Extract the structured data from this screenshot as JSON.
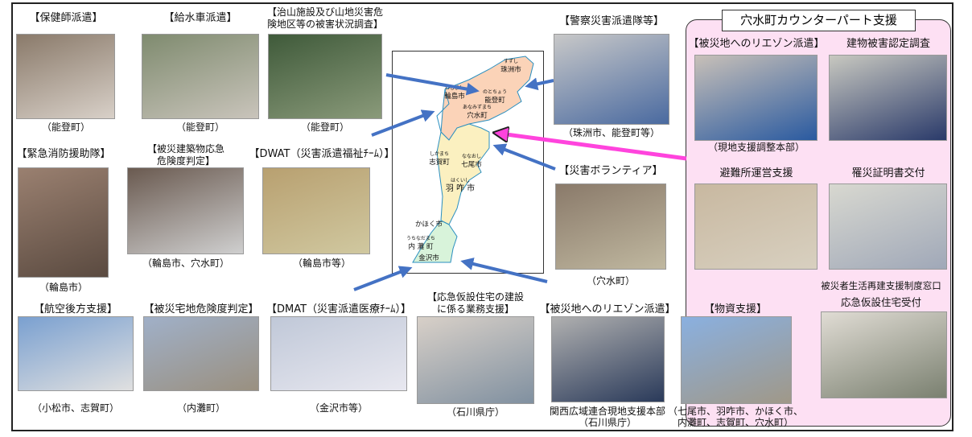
{
  "counterpart": {
    "header": "穴水町カウンターパート支援",
    "extra_title_1": "被災者生活再建支援制度窓口",
    "extra_title_2": "応急仮設住宅受付"
  },
  "panels": [
    {
      "id": "hokenshi",
      "title": [
        "【保健師派遣】"
      ],
      "caption": [
        "（能登町）"
      ],
      "photo": "nurse-visit-photo"
    },
    {
      "id": "kyusui",
      "title": [
        "【給水車派遣】"
      ],
      "caption": [
        "（能登町）"
      ],
      "photo": "water-truck-photo"
    },
    {
      "id": "chisan",
      "title": [
        "【治山施設及び山地災害危",
        "険地区等の被害状況調査】"
      ],
      "caption": [
        "（能登町）"
      ],
      "photo": "forest-survey-photo"
    },
    {
      "id": "keisatsu",
      "title": [
        "【警察災害派遣隊等】"
      ],
      "caption": [
        "（珠洲市、能登町等）"
      ],
      "photo": "police-photo"
    },
    {
      "id": "shobo",
      "title": [
        "【緊急消防援助隊】"
      ],
      "caption": [
        "（輪島市）"
      ],
      "photo": "fire-rescue-photo"
    },
    {
      "id": "kenchiku",
      "title": [
        "【被災建築物応急",
        "危険度判定】"
      ],
      "caption": [
        "（輪島市、穴水町）"
      ],
      "photo": "building-inspection-photo"
    },
    {
      "id": "dwat",
      "title": [
        "【DWAT（災害派遣福祉ﾁｰﾑ）】"
      ],
      "caption": [
        "（輪島市等）"
      ],
      "photo": "dwat-photo"
    },
    {
      "id": "volunteer",
      "title": [
        "【災害ボランティア】"
      ],
      "caption": [
        "（穴水町）"
      ],
      "photo": "volunteer-photo"
    },
    {
      "id": "koku",
      "title": [
        "【航空後方支援】"
      ],
      "caption": [
        "（小松市、志賀町）"
      ],
      "photo": "helicopter-photo"
    },
    {
      "id": "takuchi",
      "title": [
        "【被災宅地危険度判定】"
      ],
      "caption": [
        "（内灘町）"
      ],
      "photo": "residential-land-photo"
    },
    {
      "id": "dmat",
      "title": [
        "【DMAT（災害派遣医療ﾁｰﾑ）】"
      ],
      "caption": [
        "（金沢市等）"
      ],
      "photo": "dmat-photo"
    },
    {
      "id": "kasetsu",
      "title": [
        "【応急仮設住宅の建設",
        "に係る業務支援】"
      ],
      "caption": [
        "（石川県庁）"
      ],
      "photo": "temporary-housing-photo"
    },
    {
      "id": "liaison2",
      "title": [
        "【被災地へのリエゾン派遣】"
      ],
      "caption": [
        "関西広域連合現地支援本部",
        "（石川県庁）"
      ],
      "photo": "liaison-hq-photo"
    },
    {
      "id": "busshi",
      "title": [
        "【物資支援】"
      ],
      "caption": [
        "（七尾市、羽咋市、かほく市、",
        "内灘町、志賀町、穴水町）"
      ],
      "photo": "supply-truck-photo"
    },
    {
      "id": "liaison1",
      "title": [
        "【被災地へのリエゾン派遣】"
      ],
      "caption": [
        "（現地支援調整本部）"
      ],
      "photo": "liaison-meeting-photo"
    },
    {
      "id": "nintei",
      "title": [
        "建物被害認定調査"
      ],
      "caption": [],
      "photo": "damage-assessment-photo"
    },
    {
      "id": "hinanjo",
      "title": [
        "避難所運営支援"
      ],
      "caption": [],
      "photo": "shelter-photo"
    },
    {
      "id": "risai",
      "title": [
        "罹災証明書交付"
      ],
      "caption": [],
      "photo": "certificate-photo"
    },
    {
      "id": "uketsuke",
      "title": [],
      "caption": [],
      "photo": "housing-reception-photo"
    }
  ],
  "map": {
    "labels": [
      {
        "id": "suzu",
        "name": "珠洲市",
        "kana": "すずし"
      },
      {
        "id": "wajima",
        "name": "輪島市",
        "kana": "わじまし"
      },
      {
        "id": "noto",
        "name": "能登町",
        "kana": "のとちょう"
      },
      {
        "id": "anamizu",
        "name": "穴水町",
        "kana": "あなみずまち"
      },
      {
        "id": "shika",
        "name": "志賀町",
        "kana": "しかまち"
      },
      {
        "id": "nanao",
        "name": "七尾市",
        "kana": "ななおし"
      },
      {
        "id": "hakui",
        "name": "羽 咋 市",
        "kana": "はくいし"
      },
      {
        "id": "kahoku",
        "name": "かほく市",
        "kana": ""
      },
      {
        "id": "uchinada",
        "name": "内 灘 町",
        "kana": "うちなだまち"
      },
      {
        "id": "kanazawa",
        "name": "金沢市",
        "kana": ""
      }
    ],
    "colors": {
      "north": "#fbd3b8",
      "middle": "#fbf0c0",
      "south": "#d8f3da",
      "border": "#2a8fc0"
    }
  },
  "colors": {
    "arrow": "#4472c4",
    "pink_arrow": "#ff44dd",
    "pink_bg": "#fde0f3"
  }
}
